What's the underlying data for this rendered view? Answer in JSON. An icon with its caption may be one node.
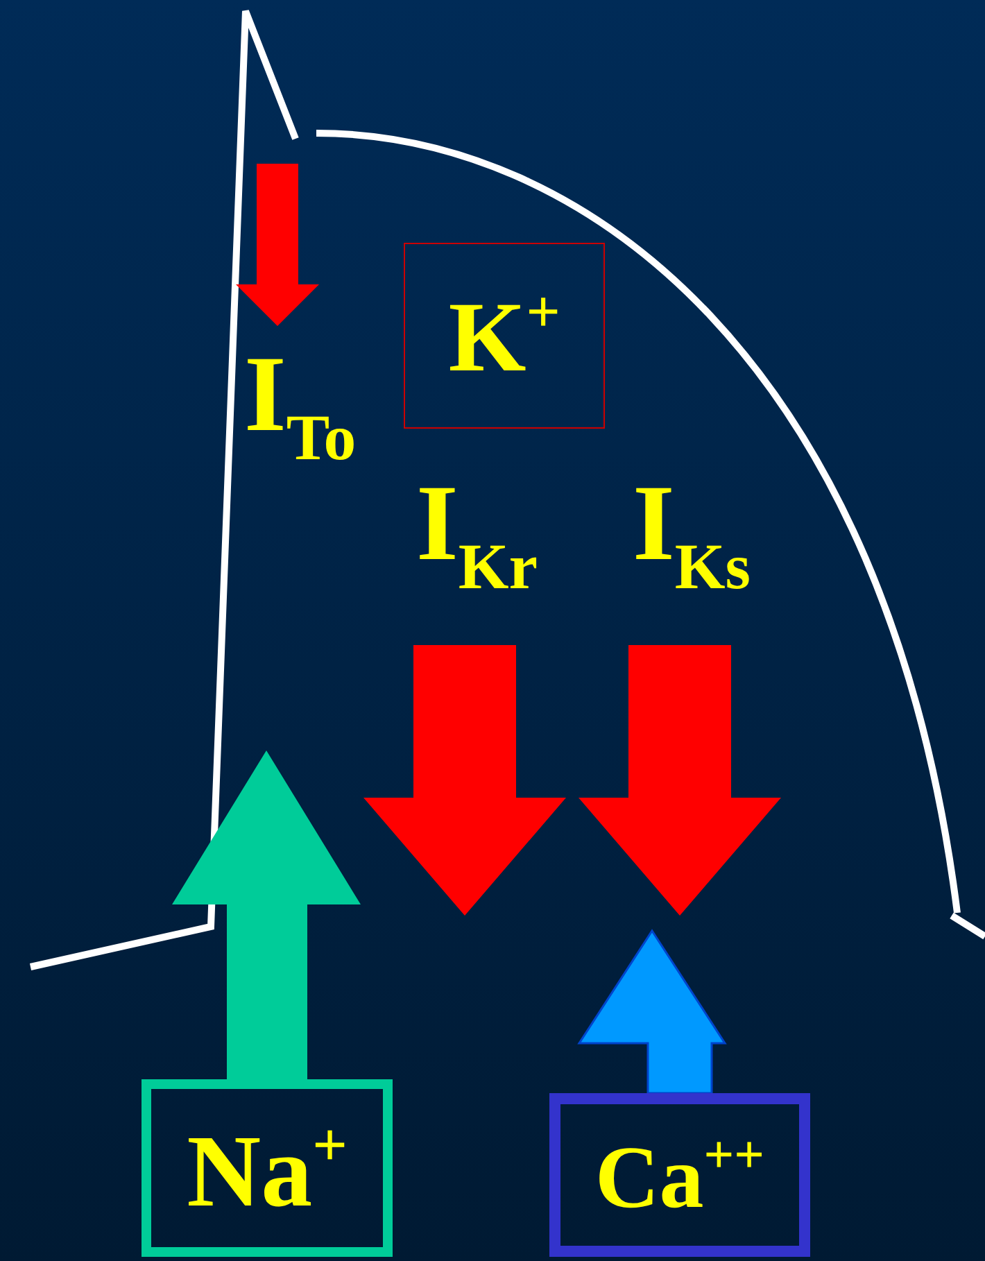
{
  "diagram": {
    "nodes": [
      {
        "text": [
          "K$^{+}$"
        ]
      },
      {
        "text": [
          "Na$^{+}$"
        ]
      },
      {
        "text": [
          "Ca$^{++}$"
        ]
      }
    ],
    "edges": [
      {
        "from": 1,
        "to": null,
        "arrow": "to",
        "style": "thick",
        "color": "#00cc99"
      },
      {
        "from": 2,
        "to": null,
        "arrow": "to",
        "style": "thick",
        "color": "#0099ff"
      }
    ],
    "labels": [
      "I$_{To}$",
      "I$_{Kr}$",
      "I$_{Ks}$"
    ]
  }
}
